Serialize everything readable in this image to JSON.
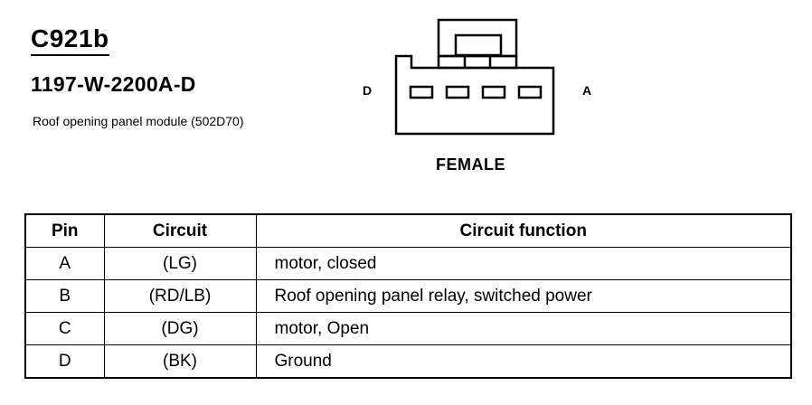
{
  "connector": {
    "id": "C921b",
    "part_number": "1197-W-2200A-D",
    "description": "Roof opening panel module (502D70)",
    "left_pin_label": "D",
    "right_pin_label": "A",
    "gender": "FEMALE"
  },
  "table": {
    "headers": [
      "Pin",
      "Circuit",
      "Circuit function"
    ],
    "rows": [
      {
        "pin": "A",
        "circuit": "(LG)",
        "function": "motor, closed"
      },
      {
        "pin": "B",
        "circuit": "(RD/LB)",
        "function": "Roof opening panel relay, switched power"
      },
      {
        "pin": "C",
        "circuit": "(DG)",
        "function": "motor, Open"
      },
      {
        "pin": "D",
        "circuit": "(BK)",
        "function": "Ground"
      }
    ]
  }
}
